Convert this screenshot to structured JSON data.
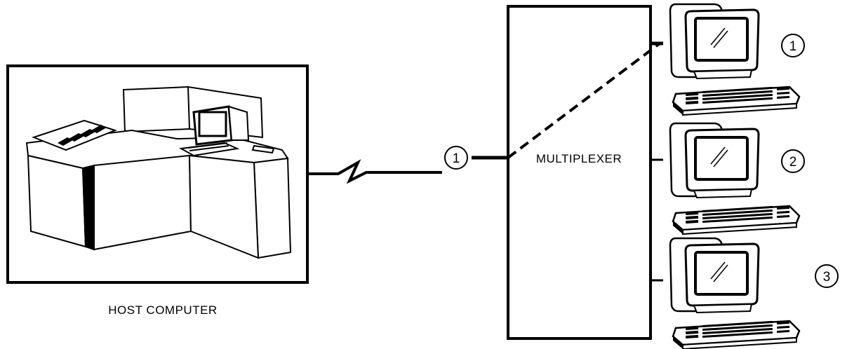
{
  "host": {
    "label": "HOST COMPUTER"
  },
  "multiplexer": {
    "label": "MULTIPLEXER"
  },
  "link": {
    "number": "1"
  },
  "terminals": [
    {
      "number": "1"
    },
    {
      "number": "2"
    },
    {
      "number": "3"
    }
  ],
  "colors": {
    "ink": "#000000",
    "paper": "#ffffff"
  }
}
